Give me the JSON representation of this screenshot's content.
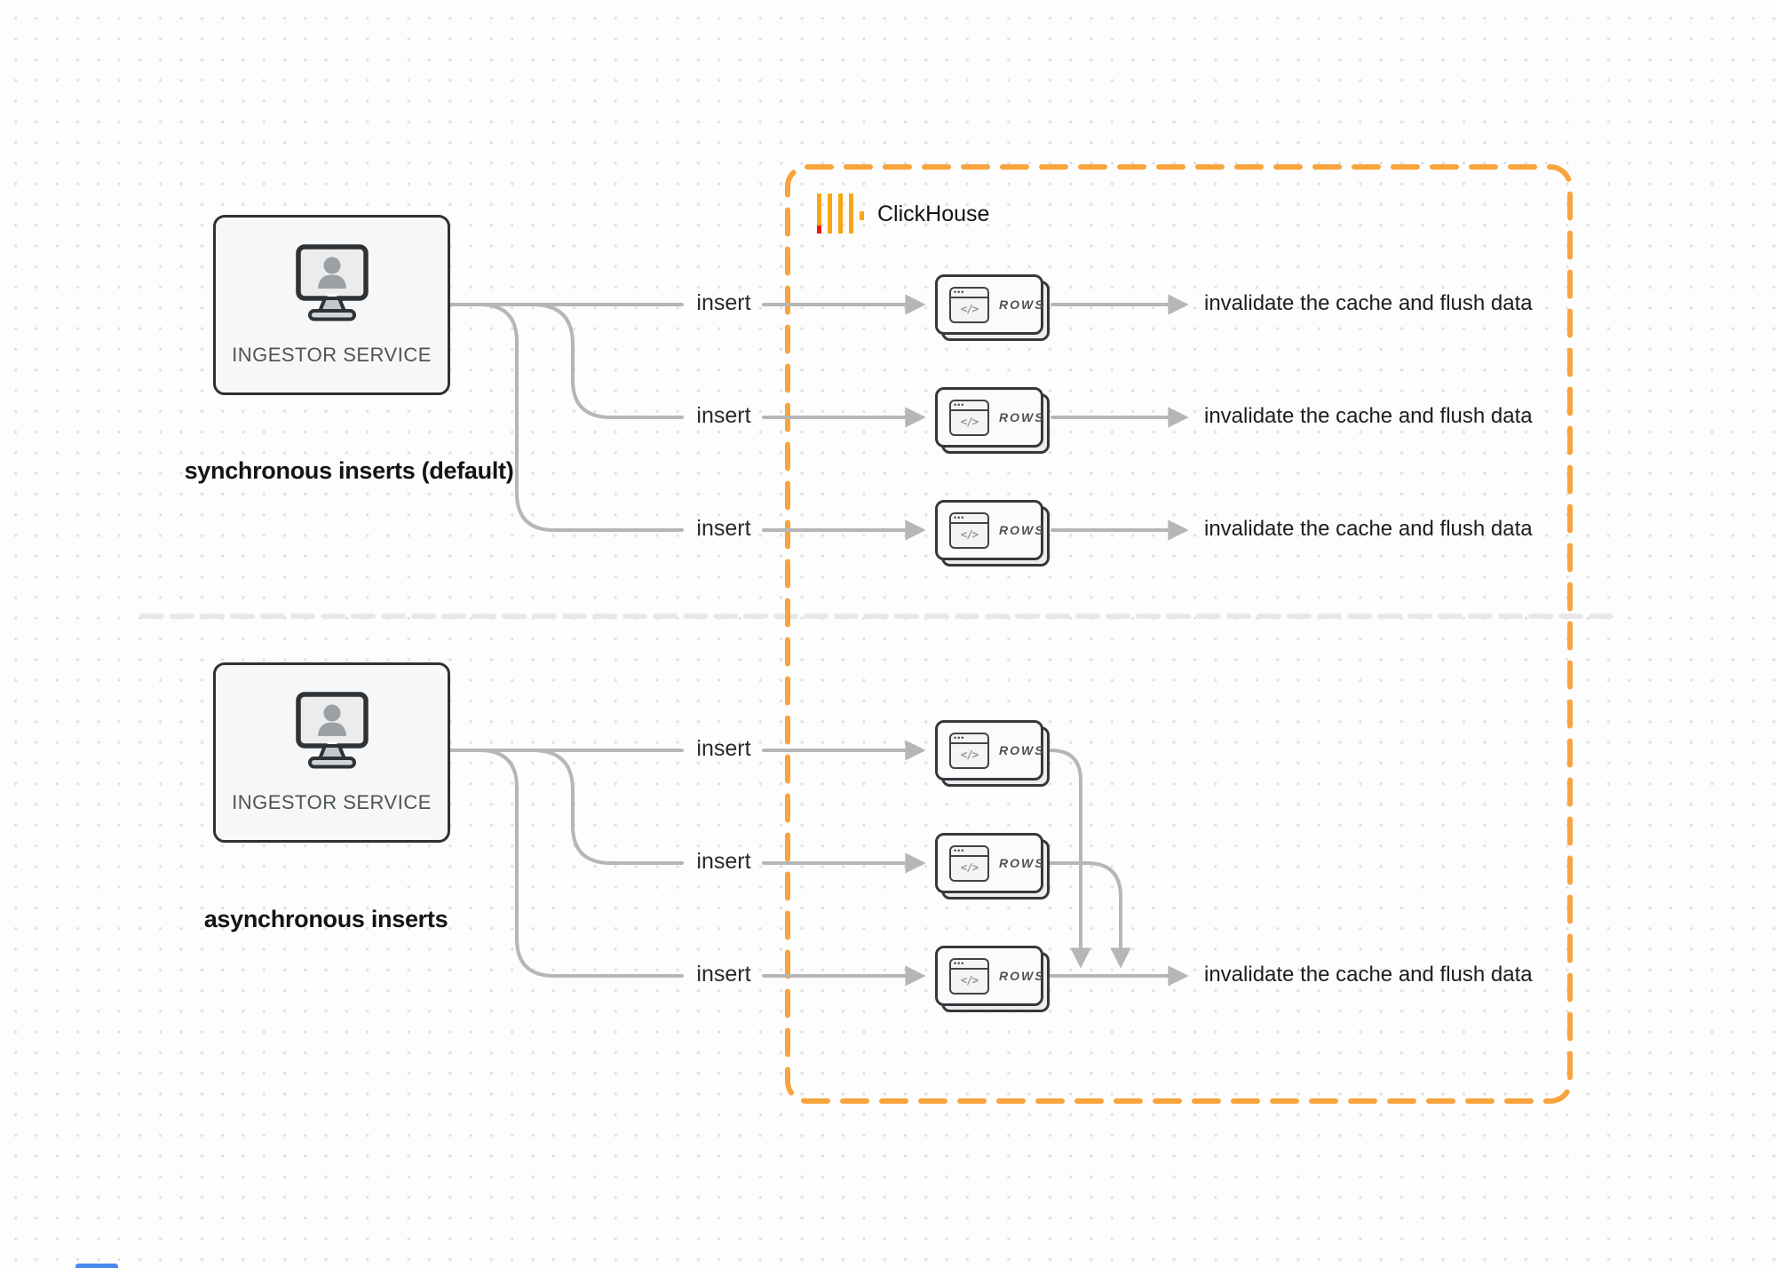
{
  "colors": {
    "accent_orange": "#F8A43D",
    "logo_amber": "#F9A516",
    "logo_red": "#F0170B",
    "connector_gray": "#B6B6B6",
    "divider_gray": "#E8E8EA",
    "blue_strip": "#4A87EE"
  },
  "clickhouse": {
    "name": "ClickHouse"
  },
  "card_icon": {
    "glyph": "</>",
    "dots": "•••"
  },
  "sections": {
    "sync": {
      "caption": "synchronous inserts (default)",
      "source_label": "INGESTOR SERVICE",
      "rows": [
        {
          "insert": "insert",
          "card": "ROWS",
          "result": "invalidate the cache and flush data"
        },
        {
          "insert": "insert",
          "card": "ROWS",
          "result": "invalidate the cache and flush data"
        },
        {
          "insert": "insert",
          "card": "ROWS",
          "result": "invalidate the cache and flush data"
        }
      ]
    },
    "async": {
      "caption": "asynchronous inserts",
      "source_label": "INGESTOR SERVICE",
      "rows": [
        {
          "insert": "insert",
          "card": "ROWS"
        },
        {
          "insert": "insert",
          "card": "ROWS"
        },
        {
          "insert": "insert",
          "card": "ROWS"
        }
      ],
      "result": "invalidate the cache and flush data"
    }
  }
}
